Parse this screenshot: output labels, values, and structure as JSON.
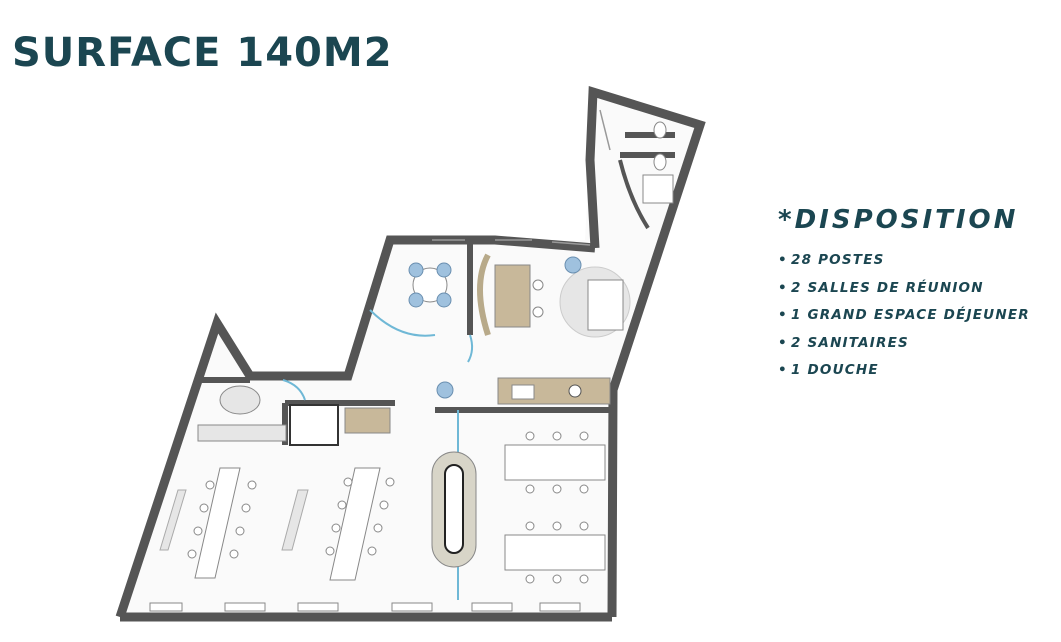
{
  "page": {
    "title": "SURFACE 140M2",
    "accent_color": "#1b4651"
  },
  "plan": {
    "wall_color": "#555555",
    "glass_color": "#6fb8d6",
    "chair_color": "#9fc1de",
    "table_color": "#c8b89a",
    "icons": [
      "floor-plan",
      "desk-cluster",
      "meeting-table",
      "sofa",
      "kitchen",
      "toilet",
      "shower",
      "door-swing"
    ]
  },
  "disposition": {
    "heading": "*DISPOSITION",
    "bullet": "•",
    "items": [
      "28 POSTES",
      "2 SALLES DE RÉUNION",
      "1 GRAND ESPACE DÉJEUNER",
      "2 SANITAIRES",
      "1 DOUCHE"
    ]
  }
}
